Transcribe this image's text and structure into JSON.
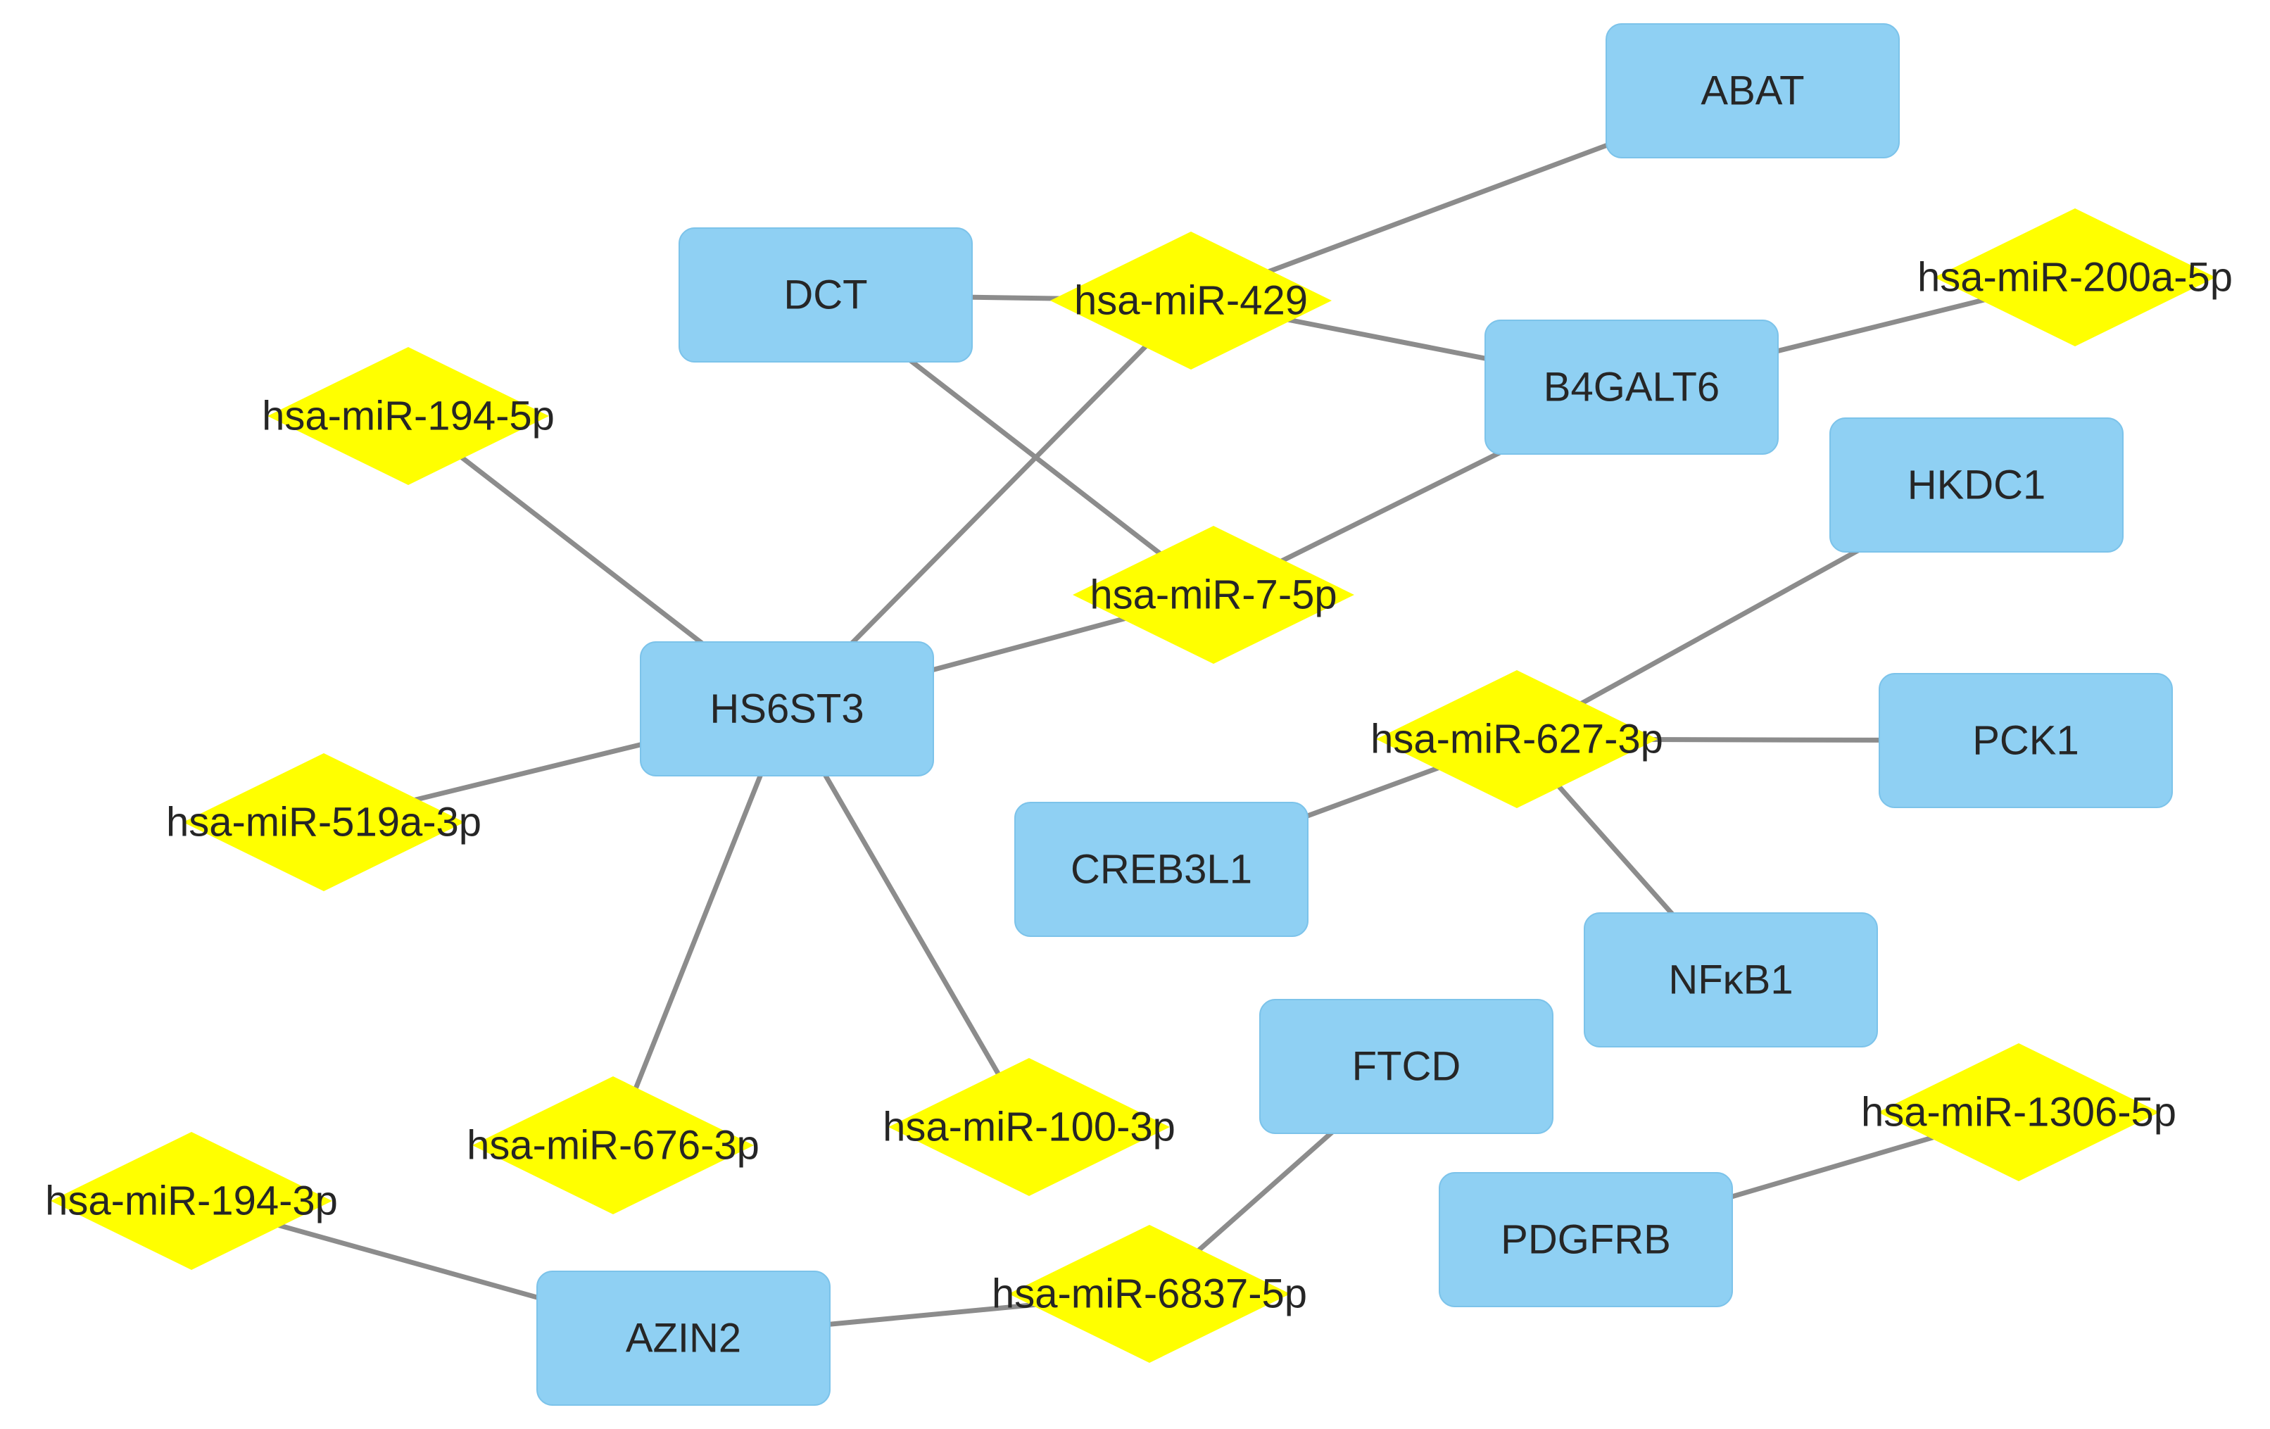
{
  "network": {
    "colors": {
      "gene_fill": "#8fd0f3",
      "gene_stroke": "#7cc3ea",
      "mirna_fill": "#ffff00",
      "edge": "#8c8c8c",
      "label": "#262626"
    },
    "node_shapes": {
      "gene": "rounded-rectangle",
      "mirna": "diamond"
    },
    "genes": [
      {
        "id": "ABAT",
        "label": "ABAT"
      },
      {
        "id": "DCT",
        "label": "DCT"
      },
      {
        "id": "B4GALT6",
        "label": "B4GALT6"
      },
      {
        "id": "HKDC1",
        "label": "HKDC1"
      },
      {
        "id": "HS6ST3",
        "label": "HS6ST3"
      },
      {
        "id": "PCK1",
        "label": "PCK1"
      },
      {
        "id": "CREB3L1",
        "label": "CREB3L1"
      },
      {
        "id": "NFKB1",
        "label": "NFκB1"
      },
      {
        "id": "FTCD",
        "label": "FTCD"
      },
      {
        "id": "PDGFRB",
        "label": "PDGFRB"
      },
      {
        "id": "AZIN2",
        "label": "AZIN2"
      }
    ],
    "mirnas": [
      {
        "id": "miR-429",
        "label": "hsa-miR-429"
      },
      {
        "id": "miR-200a-5p",
        "label": "hsa-miR-200a-5p"
      },
      {
        "id": "miR-194-5p",
        "label": "hsa-miR-194-5p"
      },
      {
        "id": "miR-7-5p",
        "label": "hsa-miR-7-5p"
      },
      {
        "id": "miR-627-3p",
        "label": "hsa-miR-627-3p"
      },
      {
        "id": "miR-519a-3p",
        "label": "hsa-miR-519a-3p"
      },
      {
        "id": "miR-676-3p",
        "label": "hsa-miR-676-3p"
      },
      {
        "id": "miR-100-3p",
        "label": "hsa-miR-100-3p"
      },
      {
        "id": "miR-1306-5p",
        "label": "hsa-miR-1306-5p"
      },
      {
        "id": "miR-194-3p",
        "label": "hsa-miR-194-3p"
      },
      {
        "id": "miR-6837-5p",
        "label": "hsa-miR-6837-5p"
      }
    ],
    "edges": [
      [
        "DCT",
        "miR-429"
      ],
      [
        "ABAT",
        "miR-429"
      ],
      [
        "B4GALT6",
        "miR-429"
      ],
      [
        "HS6ST3",
        "miR-429"
      ],
      [
        "B4GALT6",
        "miR-200a-5p"
      ],
      [
        "DCT",
        "miR-7-5p"
      ],
      [
        "B4GALT6",
        "miR-7-5p"
      ],
      [
        "HS6ST3",
        "miR-7-5p"
      ],
      [
        "HS6ST3",
        "miR-194-5p"
      ],
      [
        "HS6ST3",
        "miR-519a-3p"
      ],
      [
        "HS6ST3",
        "miR-676-3p"
      ],
      [
        "HS6ST3",
        "miR-100-3p"
      ],
      [
        "HKDC1",
        "miR-627-3p"
      ],
      [
        "PCK1",
        "miR-627-3p"
      ],
      [
        "CREB3L1",
        "miR-627-3p"
      ],
      [
        "NFKB1",
        "miR-627-3p"
      ],
      [
        "FTCD",
        "miR-6837-5p"
      ],
      [
        "AZIN2",
        "miR-6837-5p"
      ],
      [
        "AZIN2",
        "miR-194-3p"
      ],
      [
        "PDGFRB",
        "miR-1306-5p"
      ]
    ]
  }
}
